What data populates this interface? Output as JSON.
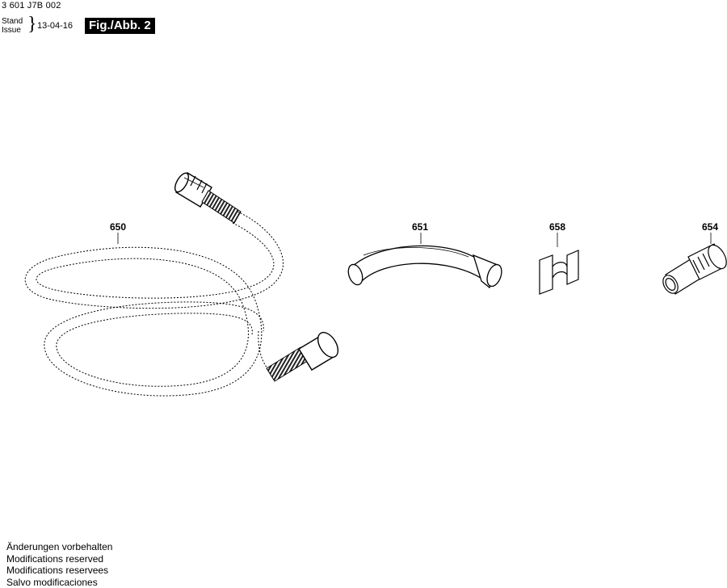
{
  "header": {
    "doc_number": "3 601 J7B 002",
    "stand_label": "Stand",
    "issue_label": "Issue",
    "issue_date": "13-04-16",
    "figure_label": "Fig./Abb. 2"
  },
  "parts": [
    {
      "id": "650",
      "label": "650"
    },
    {
      "id": "651",
      "label": "651"
    },
    {
      "id": "658",
      "label": "658"
    },
    {
      "id": "654",
      "label": "654"
    }
  ],
  "footer": {
    "lines": [
      "Änderungen vorbehalten",
      "Modifications reserved",
      "Modifications reservees",
      "Salvo modificaciones"
    ]
  }
}
